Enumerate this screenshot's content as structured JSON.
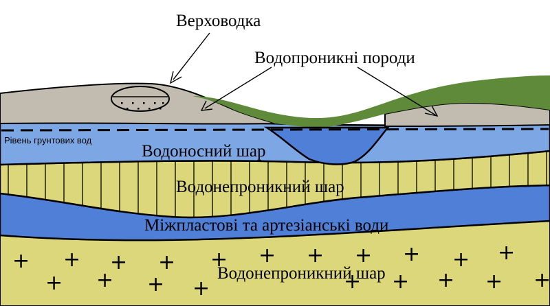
{
  "labels": {
    "perched_water": "Верховодка",
    "permeable_rocks": "Водопроникні породи",
    "groundwater_level": "Рівень грунтових вод",
    "aquifer": "Водоносний шар",
    "impermeable_layer_upper": "Водонепроникний шар",
    "interstratal_artesian": "Міжпластові та артезіанські води",
    "impermeable_layer_lower": "Водонепроникний шар"
  },
  "plus_symbol": "+",
  "colors": {
    "soil_gray": "#c2bcb0",
    "aquifer_blue": "#7da6e4",
    "deep_blue": "#4f7fd6",
    "impermeable_yellow": "#dcd77a",
    "vegetation_green": "#5f8a3a",
    "outline": "#000000"
  }
}
